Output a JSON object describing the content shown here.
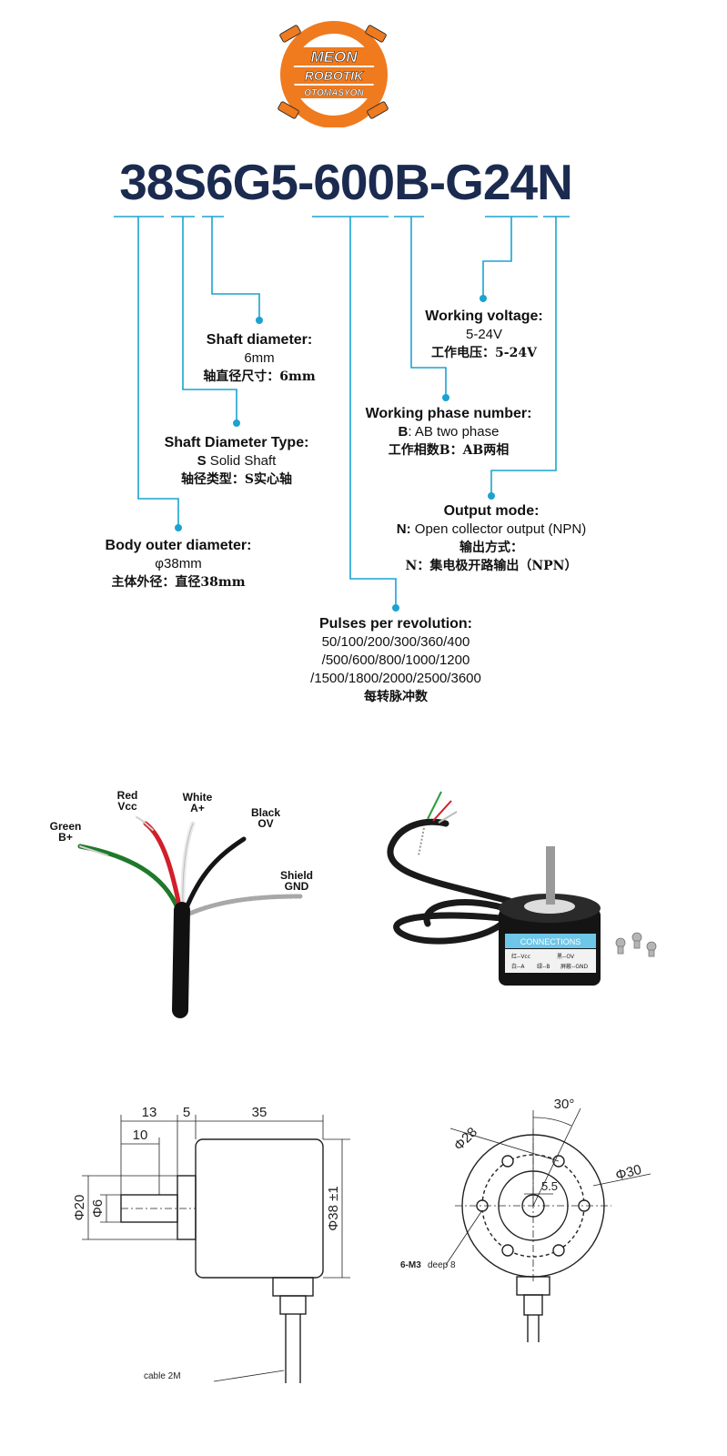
{
  "logo": {
    "line1": "MEON",
    "line2": "ROBOTIK",
    "line3": "OTOMASYON"
  },
  "model": "38S6G5-600B-G24N",
  "annotations": {
    "shaft_diameter": {
      "title": "Shaft diameter:",
      "value": "6mm",
      "cn": "轴直径尺寸：6mm"
    },
    "shaft_type": {
      "title": "Shaft Diameter Type:",
      "value_bold": "S",
      "value": " Solid Shaft",
      "cn": "轴径类型：S实心轴"
    },
    "body_diameter": {
      "title": "Body outer diameter:",
      "value": "φ38mm",
      "cn": "主体外径：直径38mm"
    },
    "working_voltage": {
      "title": "Working voltage:",
      "value": "5-24V",
      "cn": "工作电压：5-24V"
    },
    "phase_number": {
      "title": "Working phase number:",
      "value_bold": "B",
      "value": ": AB two phase",
      "cn": "工作相数B：AB两相"
    },
    "output_mode": {
      "title": "Output mode:",
      "value_bold": "N:",
      "value": " Open collector output (NPN)",
      "cn1": "输出方式：",
      "cn2": "N：集电极开路输出（NPN）"
    },
    "pulses": {
      "title": "Pulses per revolution:",
      "line1": "50/100/200/300/360/400",
      "line2": "/500/600/800/1000/1200",
      "line3": "/1500/1800/2000/2500/3600",
      "cn": "每转脉冲数"
    }
  },
  "wires": {
    "green": {
      "l1": "Green",
      "l2": "B+"
    },
    "red": {
      "l1": "Red",
      "l2": "Vcc"
    },
    "white": {
      "l1": "White",
      "l2": "A+"
    },
    "black": {
      "l1": "Black",
      "l2": "OV"
    },
    "shield": {
      "l1": "Shield",
      "l2": "GND"
    }
  },
  "product_label": {
    "title": "CONNECTIONS",
    "row1a": "红--Vcc",
    "row1b": "黑--OV",
    "row2a": "白--A",
    "row2b": "绿--B",
    "row2c": "屏蔽--GND"
  },
  "side_drawing": {
    "d13": "13",
    "d5": "5",
    "d35": "35",
    "d10": "10",
    "d20": "Φ20",
    "d6": "Φ6",
    "d38": "Φ38 ±1",
    "cable": "cable 2M"
  },
  "front_drawing": {
    "angle": "30°",
    "d28": "Φ28",
    "d30": "Φ30",
    "d55": "5.5",
    "holes": "6-M3",
    "deep": "deep 8"
  },
  "colors": {
    "navy": "#1b2a4f",
    "leader": "#1aa3d0",
    "logo_orange": "#f07a1e"
  }
}
